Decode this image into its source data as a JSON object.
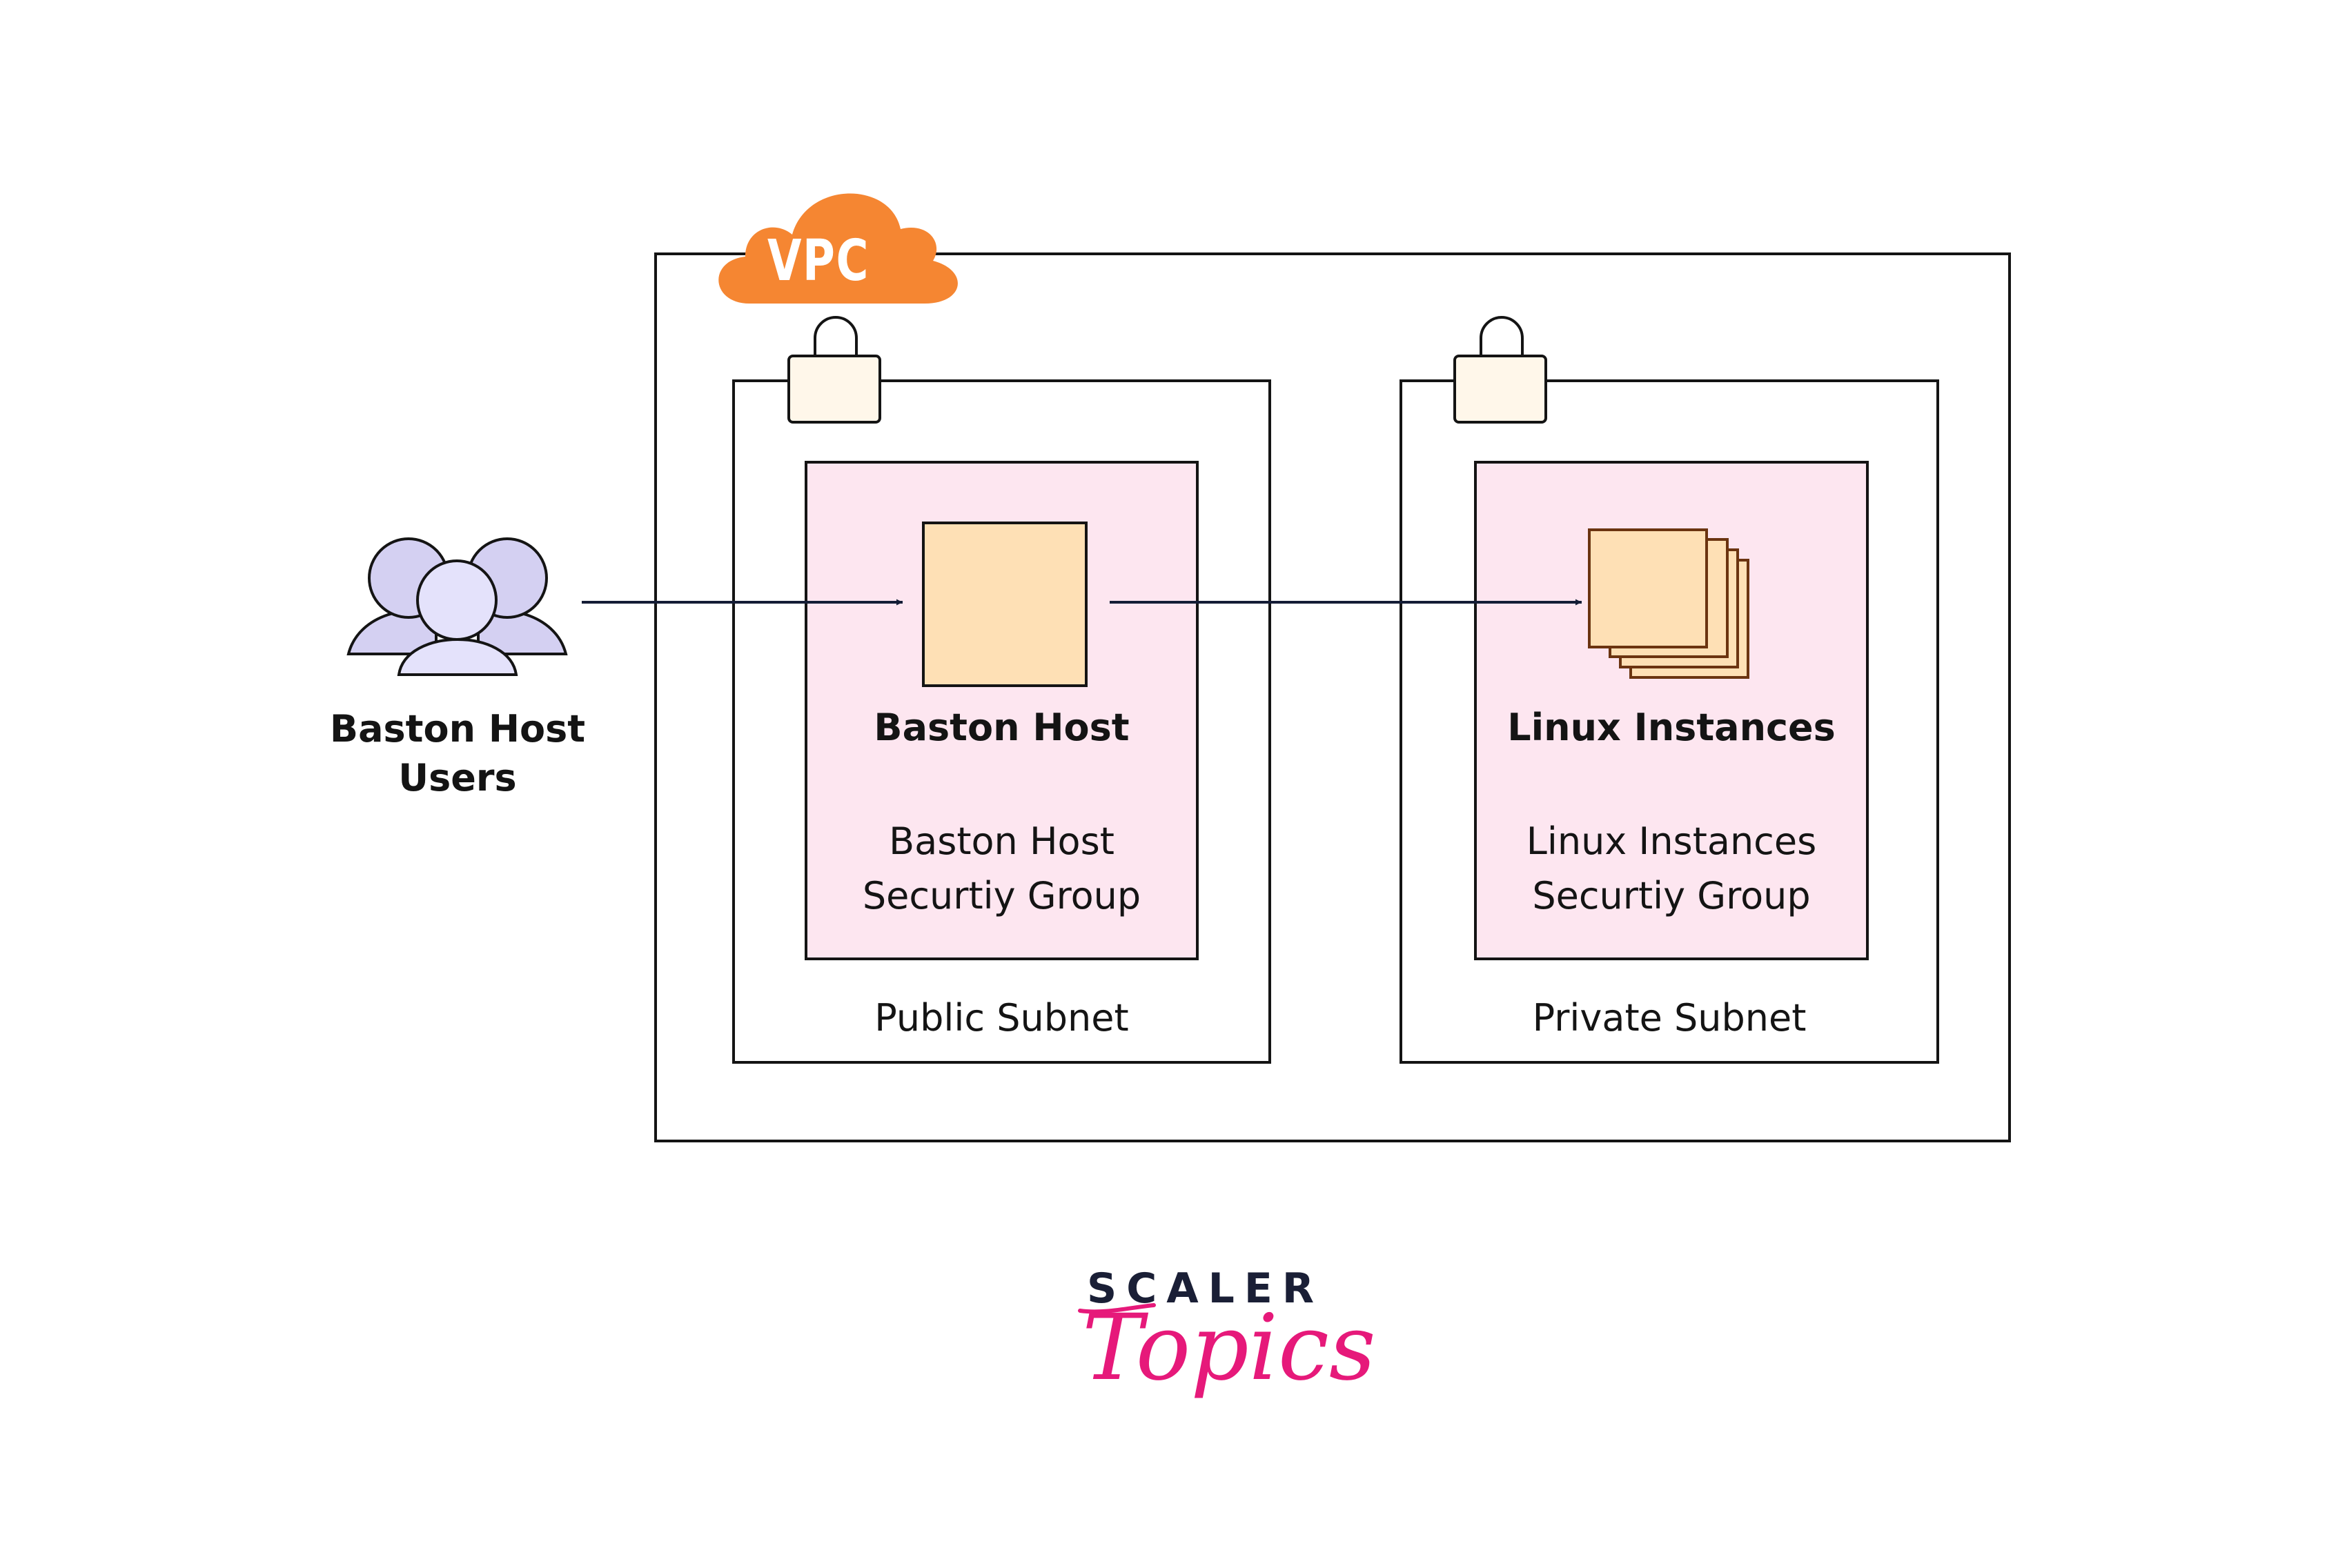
{
  "vpc": {
    "label": "VPC"
  },
  "users": {
    "line1": "Baston Host",
    "line2": "Users"
  },
  "public_subnet": {
    "label": "Public Subnet",
    "host_title": "Baston Host",
    "sg_line1": "Baston Host",
    "sg_line2": "Securtiy Group"
  },
  "private_subnet": {
    "label": "Private Subnet",
    "host_title": "Linux Instances",
    "sg_line1": "Linux Instances",
    "sg_line2": "Securtiy Group"
  },
  "brand": {
    "line1": "SCALER",
    "line2": "Topics"
  },
  "colors": {
    "vpc_cloud": "#f58632",
    "security_group_fill": "#fde6f0",
    "instance_fill": "#fee0b5",
    "lock_fill": "#fff7ea",
    "users_fill": "#d4d0f2",
    "brand_dark": "#1a1f36",
    "brand_pink": "#e6197a"
  }
}
